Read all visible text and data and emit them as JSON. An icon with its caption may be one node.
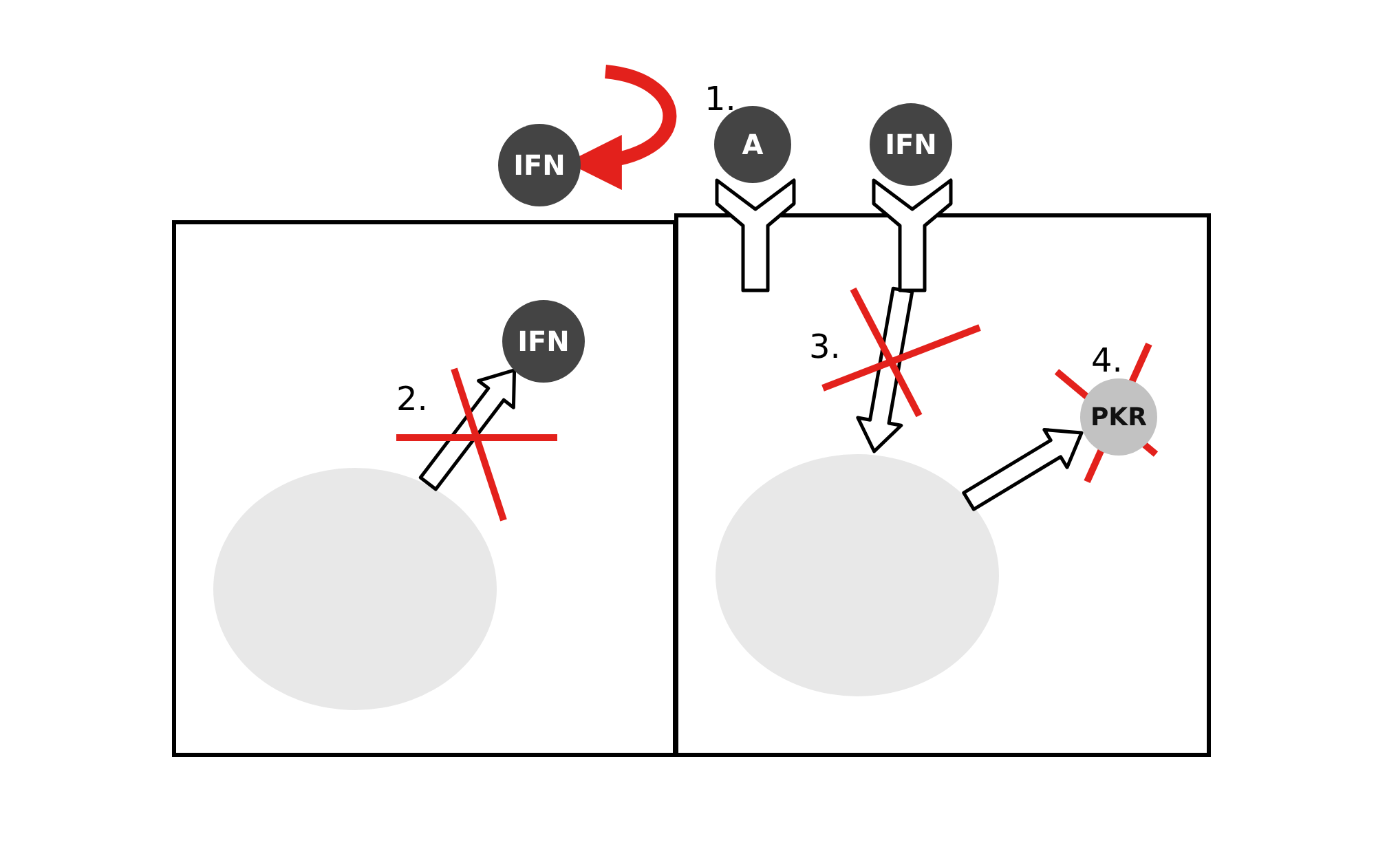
{
  "diagram": {
    "nodes": [
      {
        "text": [],
        "shape": "box"
      },
      {
        "text": [],
        "shape": "box"
      },
      {
        "text": [
          "IFN"
        ]
      },
      {
        "text": [
          "A"
        ]
      },
      {
        "text": [
          "IFN"
        ]
      },
      {
        "text": [],
        "shape": "receptor"
      },
      {
        "text": [],
        "shape": "receptor"
      },
      {
        "text": [
          "IFN"
        ],
        "in": 0
      },
      {
        "text": [],
        "shape": "circle",
        "in": 0
      },
      {
        "text": [],
        "shape": "circle",
        "in": 1
      },
      {
        "text": [
          "PKR"
        ],
        "in": 1
      }
    ],
    "edges": [
      {
        "from": null,
        "to": 2,
        "arrow": "to",
        "color": "#e3211c"
      },
      {
        "from": 8,
        "to": 7,
        "arrow": "to"
      },
      {
        "from": 6,
        "to": 9,
        "arrow": "to"
      },
      {
        "from": 9,
        "to": 10,
        "arrow": "to"
      }
    ],
    "labels": [
      "1.",
      "2.",
      "3.",
      "4."
    ]
  }
}
